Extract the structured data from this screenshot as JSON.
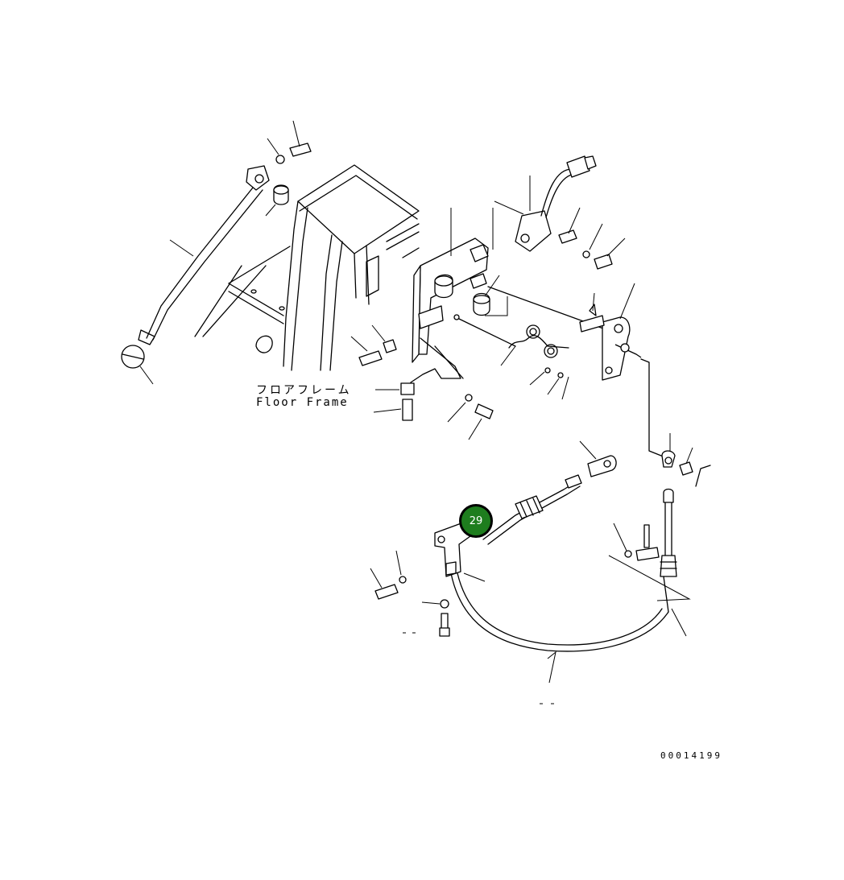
{
  "labels": {
    "floor_frame_jp": "フロアフレーム",
    "floor_frame_en": "Floor Frame"
  },
  "callouts": [
    {
      "number": "29",
      "color": "#1e7d1e"
    }
  ],
  "drawing_code": "00014199"
}
